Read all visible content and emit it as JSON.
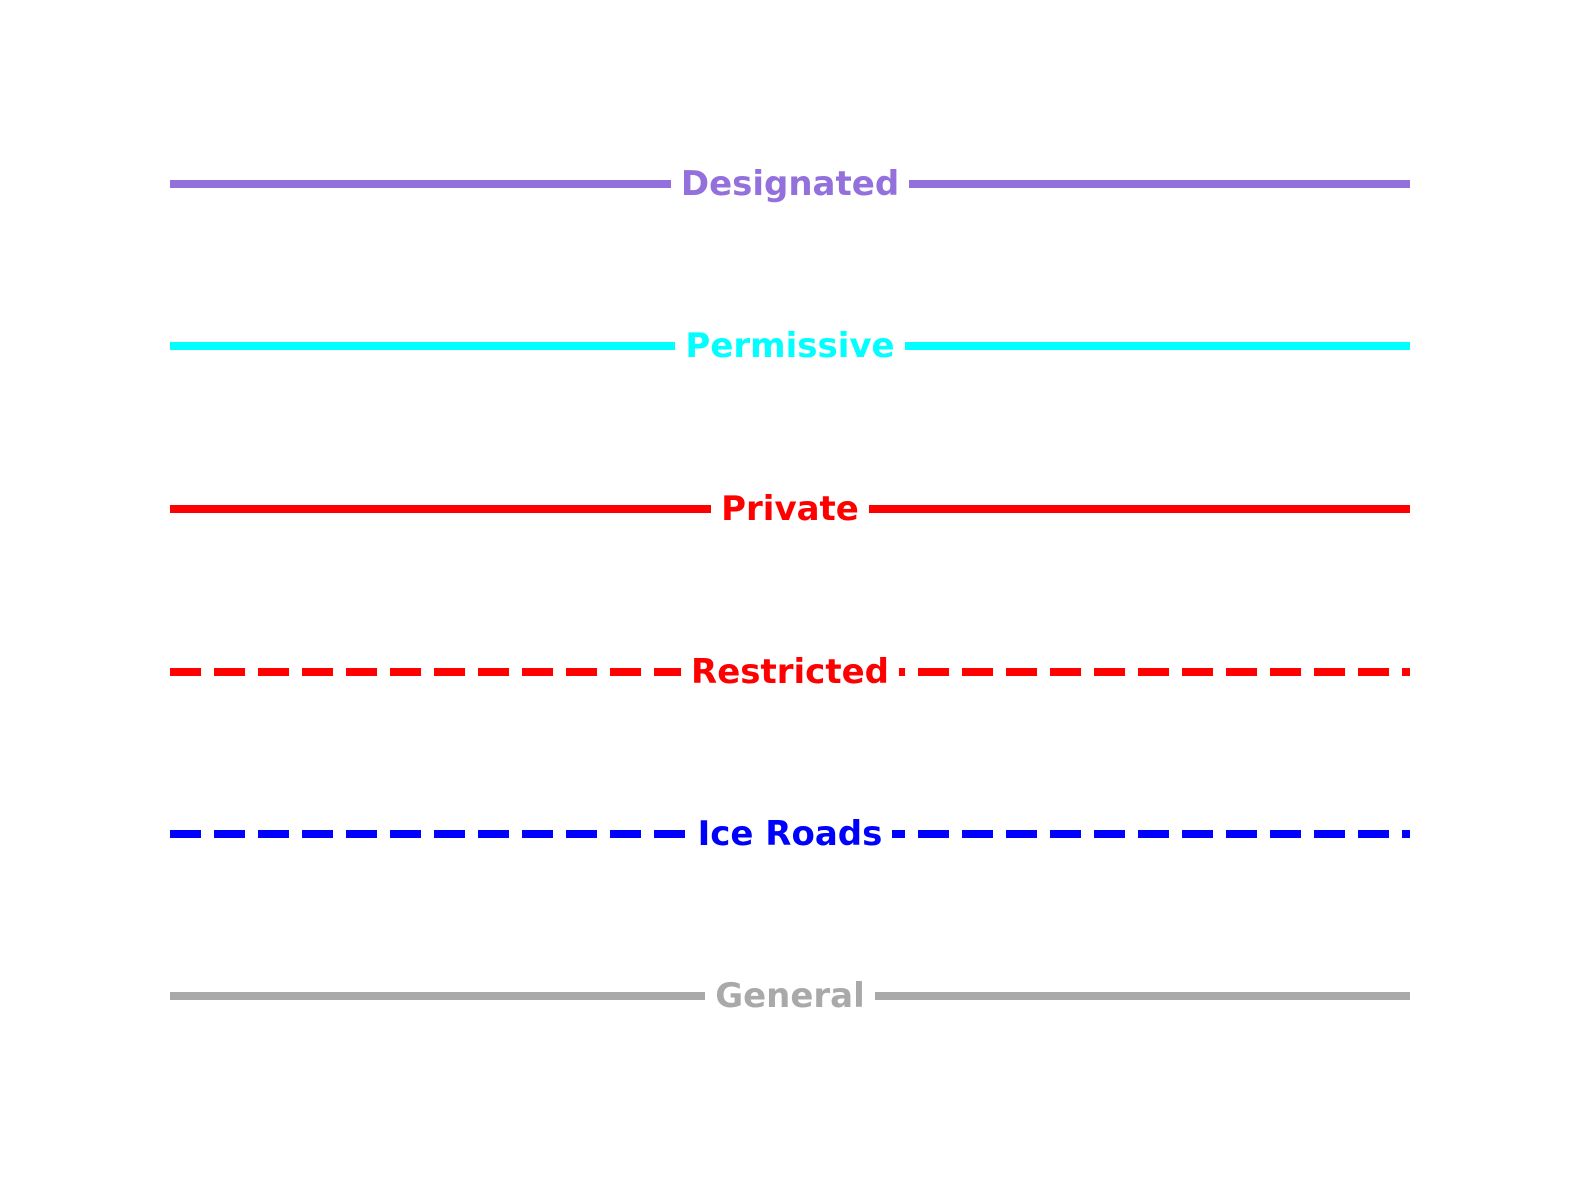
{
  "canvas": {
    "background": "#ffffff"
  },
  "legend": {
    "items": [
      {
        "label": "Designated",
        "color": "#9370db",
        "style": "solid"
      },
      {
        "label": "Permissive",
        "color": "#00ffff",
        "style": "solid"
      },
      {
        "label": "Private",
        "color": "#ff0000",
        "style": "solid"
      },
      {
        "label": "Restricted",
        "color": "#ff0000",
        "style": "dashed"
      },
      {
        "label": "Ice Roads",
        "color": "#0000ff",
        "style": "dashed"
      },
      {
        "label": "General",
        "color": "#a9a9a9",
        "style": "solid"
      }
    ]
  }
}
